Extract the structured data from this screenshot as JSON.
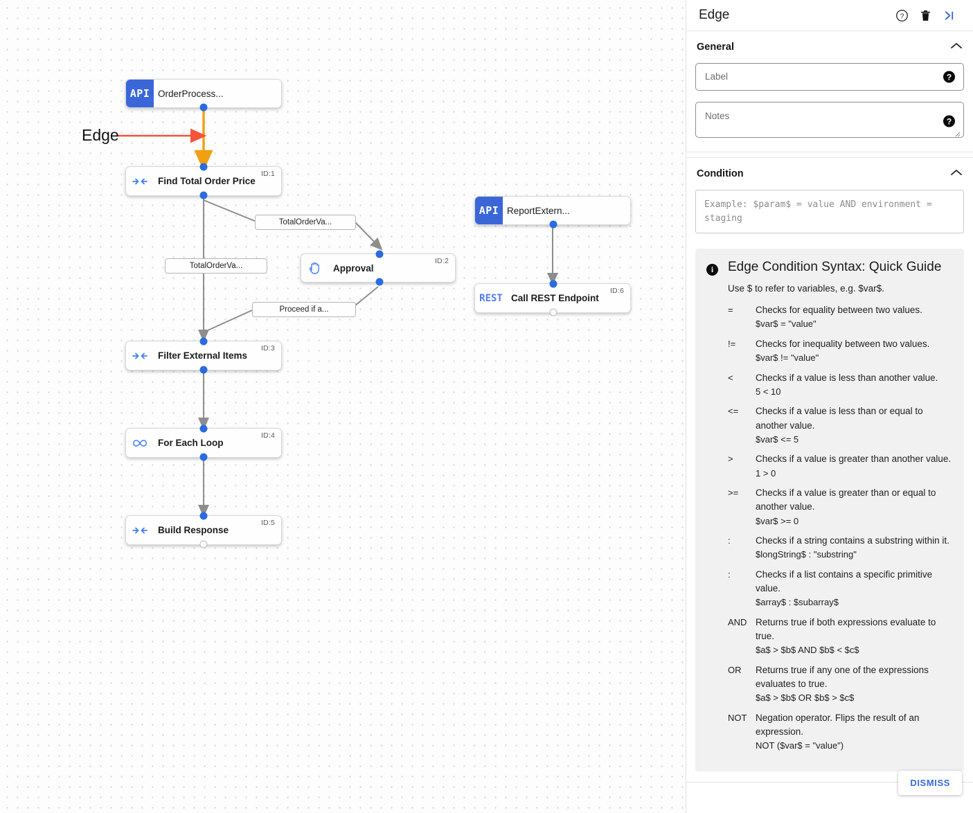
{
  "canvas": {
    "annotation": {
      "label": "Edge",
      "arrow_color": "#f4543c"
    },
    "highlight_edge_color": "#f0a010",
    "nodes": [
      {
        "id": "",
        "title": "OrderProcess...",
        "icon": "api-icon",
        "icon_text": "API",
        "kind": "api"
      },
      {
        "id": "ID:1",
        "title": "Find Total Order Price",
        "icon": "merge-arrows-icon",
        "icon_text": "",
        "kind": "glyph"
      },
      {
        "id": "ID:2",
        "title": "Approval",
        "icon": "hand-icon",
        "icon_text": "",
        "kind": "glyph"
      },
      {
        "id": "ID:3",
        "title": "Filter External Items",
        "icon": "merge-arrows-icon",
        "icon_text": "",
        "kind": "glyph"
      },
      {
        "id": "ID:4",
        "title": "For Each Loop",
        "icon": "infinity-icon",
        "icon_text": "",
        "kind": "glyph"
      },
      {
        "id": "ID:5",
        "title": "Build Response",
        "icon": "merge-arrows-icon",
        "icon_text": "",
        "kind": "glyph"
      },
      {
        "id": "",
        "title": "ReportExtern...",
        "icon": "api-icon",
        "icon_text": "API",
        "kind": "api"
      },
      {
        "id": "ID:6",
        "title": "Call REST Endpoint",
        "icon": "rest-icon",
        "icon_text": "REST",
        "kind": "rest"
      }
    ],
    "edge_labels": [
      {
        "text": "TotalOrderVa..."
      },
      {
        "text": "TotalOrderVa..."
      },
      {
        "text": "Proceed if a..."
      }
    ]
  },
  "panel": {
    "title": "Edge",
    "header_icons": [
      {
        "name": "help-circle-icon"
      },
      {
        "name": "trash-icon"
      },
      {
        "name": "collapse-panel-icon"
      }
    ],
    "general": {
      "title": "General",
      "label_field": {
        "placeholder": "Label",
        "value": ""
      },
      "notes_field": {
        "placeholder": "Notes",
        "value": ""
      },
      "help_glyph": "?"
    },
    "condition": {
      "title": "Condition",
      "placeholder": "Example: $param$ = value AND environment = staging",
      "value": ""
    },
    "guide": {
      "title": "Edge Condition Syntax: Quick Guide",
      "intro": "Use $ to refer to variables, e.g. $var$.",
      "info_glyph": "i",
      "operators": [
        {
          "op": "=",
          "desc": "Checks for equality between two values.",
          "example": "$var$ = \"value\""
        },
        {
          "op": "!=",
          "desc": "Checks for inequality between two values.",
          "example": "$var$ != \"value\""
        },
        {
          "op": "<",
          "desc": "Checks if a value is less than another value.",
          "example": "5 < 10"
        },
        {
          "op": "<=",
          "desc": "Checks if a value is less than or equal to another value.",
          "example": "$var$ <= 5"
        },
        {
          "op": ">",
          "desc": "Checks if a value is greater than another value.",
          "example": "1 > 0"
        },
        {
          "op": ">=",
          "desc": "Checks if a value is greater than or equal to another value.",
          "example": "$var$ >= 0"
        },
        {
          "op": ":",
          "desc": "Checks if a string contains a substring within it.",
          "example": "$longString$ : \"substring\""
        },
        {
          "op": ":",
          "desc": "Checks if a list contains a specific primitive value.",
          "example": "$array$ : $subarray$"
        },
        {
          "op": "AND",
          "desc": "Returns true if both expressions evaluate to true.",
          "example": "$a$ > $b$ AND $b$ < $c$"
        },
        {
          "op": "OR",
          "desc": "Returns true if any one of the expressions evaluates to true.",
          "example": "$a$ > $b$ OR $b$ > $c$"
        },
        {
          "op": "NOT",
          "desc": "Negation operator. Flips the result of an expression.",
          "example": "NOT ($var$ = \"value\")"
        }
      ]
    },
    "footer": {
      "dismiss_label": "DISMISS"
    }
  },
  "colors": {
    "accent_blue": "#3767d6",
    "port_blue": "#2a6be0",
    "highlight_orange": "#f0a010",
    "annotation_red": "#f4543c"
  }
}
